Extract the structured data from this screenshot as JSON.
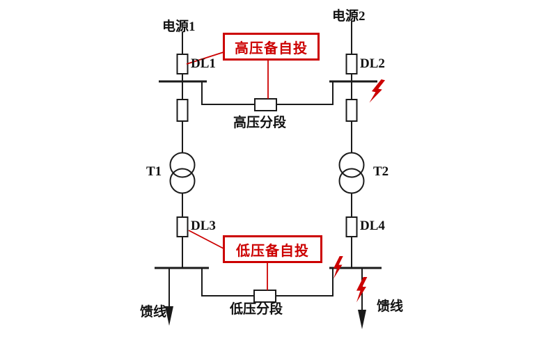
{
  "diagram": {
    "sources": {
      "source1": "电源1",
      "source2": "电源2"
    },
    "breakers": {
      "dl1": "DL1",
      "dl2": "DL2",
      "dl3": "DL3",
      "dl4": "DL4"
    },
    "transformers": {
      "t1": "T1",
      "t2": "T2"
    },
    "ats": {
      "hv": "高压备自投",
      "lv": "低压备自投"
    },
    "sections": {
      "hv": "高压分段",
      "lv": "低压分段"
    },
    "feeders": {
      "left": "馈线",
      "right": "馈线"
    },
    "colors": {
      "line": "#1a1a1a",
      "highlight": "#cc0000",
      "background": "#ffffff"
    }
  }
}
